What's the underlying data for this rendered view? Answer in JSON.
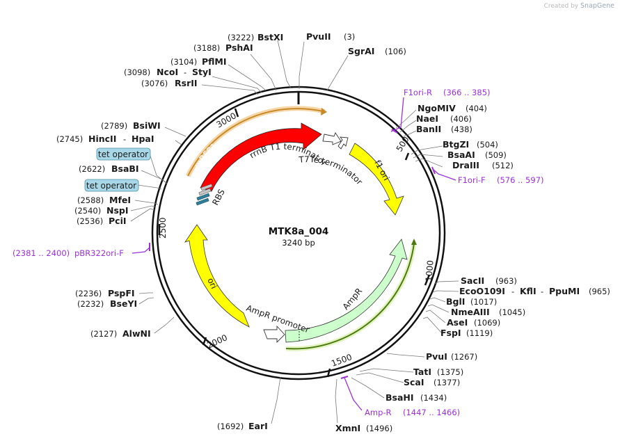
{
  "watermark": {
    "prefix": "Created by",
    "brand": "SnapGene"
  },
  "plasmid": {
    "name": "MTK8a_004",
    "length_label": "3240 bp"
  },
  "ticks": [
    "500",
    "1000",
    "1500",
    "2000",
    "2500",
    "3000"
  ],
  "sites": [
    {
      "num": "(3222)",
      "name": "BstXI"
    },
    {
      "num": "(3)",
      "name": "PvuII"
    },
    {
      "num": "(106)",
      "name": "SgrAI"
    },
    {
      "num": "(3188)",
      "name": "PshAI"
    },
    {
      "num": "(3104)",
      "name": "PflMI"
    },
    {
      "num": "(3098)",
      "name": "NcoI",
      "name2": "StyI"
    },
    {
      "num": "(3076)",
      "name": "RsrII"
    },
    {
      "num": "(404)",
      "name": "NgoMIV"
    },
    {
      "num": "(406)",
      "name": "NaeI"
    },
    {
      "num": "(438)",
      "name": "BanII"
    },
    {
      "num": "(504)",
      "name": "BtgZI"
    },
    {
      "num": "(509)",
      "name": "BsaAI"
    },
    {
      "num": "(512)",
      "name": "DraIII"
    },
    {
      "num": "(2789)",
      "name": "BsiWI"
    },
    {
      "num": "(2745)",
      "name": "HincII",
      "name2": "HpaI"
    },
    {
      "num": "(2622)",
      "name": "BsaBI"
    },
    {
      "num": "(2588)",
      "name": "MfeI"
    },
    {
      "num": "(2540)",
      "name": "NspI"
    },
    {
      "num": "(2536)",
      "name": "PciI"
    },
    {
      "num": "(963)",
      "name": "SacII"
    },
    {
      "num": "(965)",
      "name": "EcoO109I",
      "name2": "KflI",
      "name3": "PpuMI"
    },
    {
      "num": "(1017)",
      "name": "BglI"
    },
    {
      "num": "(1045)",
      "name": "NmeAIII"
    },
    {
      "num": "(1069)",
      "name": "AseI"
    },
    {
      "num": "(1119)",
      "name": "FspI"
    },
    {
      "num": "(2236)",
      "name": "PspFI"
    },
    {
      "num": "(2232)",
      "name": "BseYI"
    },
    {
      "num": "(2127)",
      "name": "AlwNI"
    },
    {
      "num": "(1267)",
      "name": "PvuI"
    },
    {
      "num": "(1375)",
      "name": "TatI"
    },
    {
      "num": "(1377)",
      "name": "ScaI"
    },
    {
      "num": "(1434)",
      "name": "BsaHI"
    },
    {
      "num": "(1496)",
      "name": "XmnI"
    },
    {
      "num": "(1692)",
      "name": "EarI"
    }
  ],
  "primers": [
    {
      "name": "F1ori-R",
      "range": "(366 .. 385)"
    },
    {
      "name": "F1ori-F",
      "range": "(576 .. 597)"
    },
    {
      "name": "pBR322ori-F",
      "range": "(2381 .. 2400)"
    },
    {
      "name": "Amp-R",
      "range": "(1447 .. 1466)"
    }
  ],
  "boxed_features": [
    "tet operator",
    "tet operator"
  ],
  "features": {
    "mrfp1": "mRFP1",
    "rrnb": "rrnB T1 terminator",
    "t7te": "T7Te terminator",
    "f1ori": "f1 ori",
    "ampr": "AmpR",
    "ampr_promoter": "AmpR promoter",
    "ori": "ori",
    "rbs": "RBS"
  },
  "colors": {
    "primer": "#9b30d9",
    "mrfp1": "#ff0000",
    "yellow_feature": "#ffff00",
    "ampr": "#ccffcc",
    "orf_orange": "#c8892a",
    "orf_green": "#4a7a10",
    "tet_box": "#a8d8e8",
    "rbs": "#2f7f9a"
  }
}
